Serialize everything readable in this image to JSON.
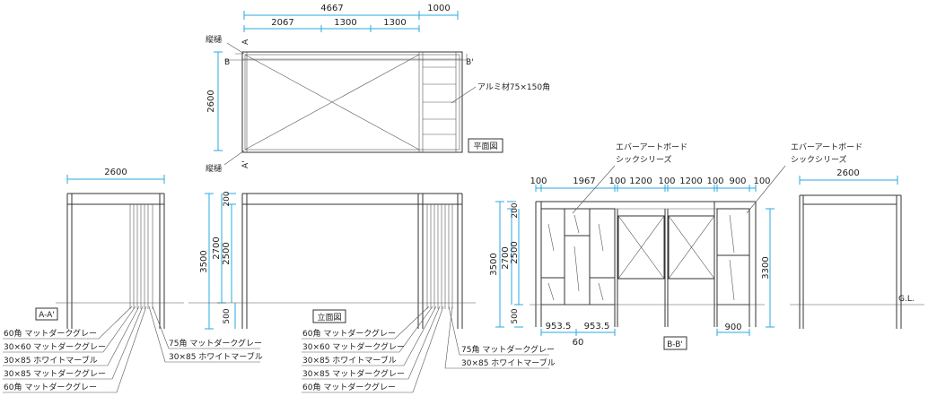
{
  "plan": {
    "title": "平面図",
    "dims_top": [
      "4667",
      "1000"
    ],
    "dims_sub": [
      "2067",
      "1300",
      "1300"
    ],
    "dim_depth": "2600",
    "downspout_label": "縦樋",
    "section_b": "B",
    "section_b2": "B'",
    "section_a": "A",
    "section_a2": "A'",
    "aluminum_label": "アルミ材75×150角"
  },
  "side_aa": {
    "title": "A-A'",
    "dim_width": "2600",
    "labels_left": [
      "60角 マットダークグレー",
      "30×60 マットダークグレー",
      "30×85 ホワイトマーブル",
      "30×85 マットダークグレー",
      "60角 マットダークグレー"
    ],
    "labels_right": [
      "75角 マットダークグレー",
      "30×85 ホワイトマーブル"
    ]
  },
  "front": {
    "title": "立面図",
    "dims_vertical": [
      "3500",
      "2700",
      "2500",
      "200",
      "500"
    ],
    "labels_left": [
      "60角 マットダークグレー",
      "30×60 マットダークグレー",
      "30×85 ホワイトマーブル",
      "30×85 マットダークグレー",
      "60角 マットダークグレー"
    ],
    "labels_right": [
      "75角 マットダークグレー",
      "30×85 ホワイトマーブル"
    ]
  },
  "section_bb": {
    "title": "B-B'",
    "dims_top": [
      "100",
      "1967",
      "100",
      "1200",
      "100",
      "1200",
      "100",
      "900",
      "100"
    ],
    "dims_vertical": [
      "3500",
      "2700",
      "2500",
      "200",
      "500"
    ],
    "dim_right": "3300",
    "dims_bottom": [
      "953.5",
      "953.5",
      "60",
      "900"
    ],
    "panel_label_1": [
      "エバーアートボード",
      "シックシリーズ"
    ],
    "panel_label_2": [
      "エバーアートボード",
      "シックシリーズ"
    ]
  },
  "side_right": {
    "dim_width": "2600",
    "gl_label": "G.L."
  }
}
